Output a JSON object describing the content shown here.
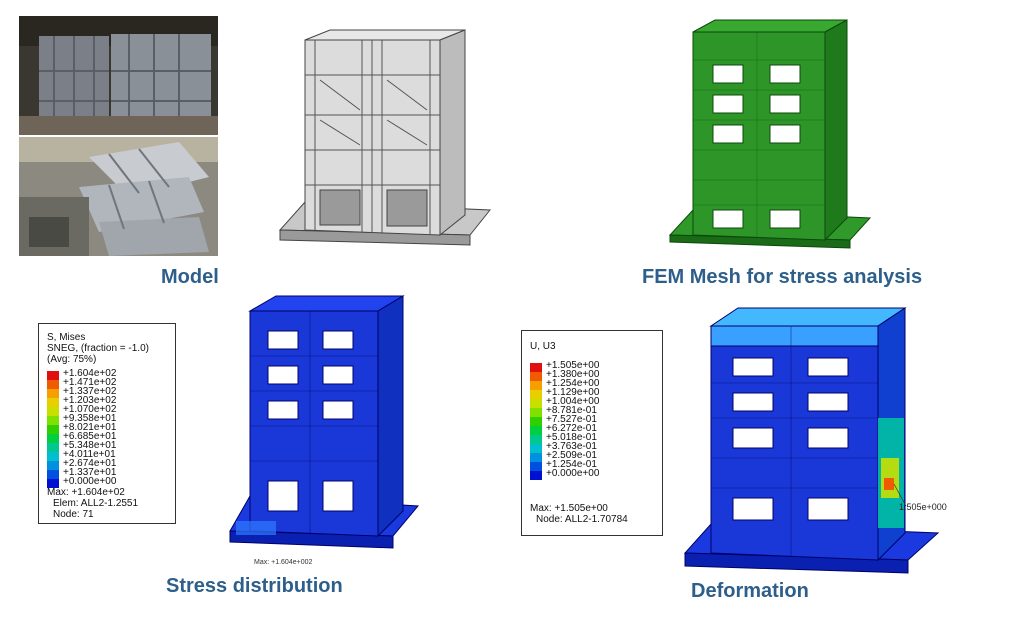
{
  "captions": {
    "model": "Model",
    "fem": "FEM Mesh for stress analysis",
    "stress": "Stress distribution",
    "deformation": "Deformation"
  },
  "stress_legend": {
    "title": "S, Mises",
    "line2": "SNEG, (fraction = -1.0)",
    "line3": "(Avg: 75%)",
    "values": [
      "+1.604e+02",
      "+1.471e+02",
      "+1.337e+02",
      "+1.203e+02",
      "+1.070e+02",
      "+9.358e+01",
      "+8.021e+01",
      "+6.685e+01",
      "+5.348e+01",
      "+4.011e+01",
      "+2.674e+01",
      "+1.337e+01",
      "+0.000e+00"
    ],
    "colors": [
      "#e01010",
      "#f05a00",
      "#f5a000",
      "#e8d000",
      "#c8e000",
      "#80e000",
      "#30d000",
      "#00d040",
      "#00c890",
      "#00c0d0",
      "#0090e0",
      "#0050e0",
      "#0010d0"
    ],
    "max": "Max: +1.604e+02",
    "elem": "Elem: ALL2-1.2551",
    "node": "Node: 71",
    "max_tag": "Max: +1.604e+002"
  },
  "deform_legend": {
    "title": "U, U3",
    "values": [
      "+1.505e+00",
      "+1.380e+00",
      "+1.254e+00",
      "+1.129e+00",
      "+1.004e+00",
      "+8.781e-01",
      "+7.527e-01",
      "+6.272e-01",
      "+5.018e-01",
      "+3.763e-01",
      "+2.509e-01",
      "+1.254e-01",
      "+0.000e+00"
    ],
    "colors": [
      "#e01010",
      "#f05a00",
      "#f5a000",
      "#e8d000",
      "#c8e000",
      "#80e000",
      "#30d000",
      "#00d040",
      "#00c890",
      "#00c0d0",
      "#0090e0",
      "#0050e0",
      "#0010d0"
    ],
    "max": "Max: +1.505e+00",
    "node": "Node: ALL2-1.70784",
    "max_tag": "1.505e+000"
  }
}
